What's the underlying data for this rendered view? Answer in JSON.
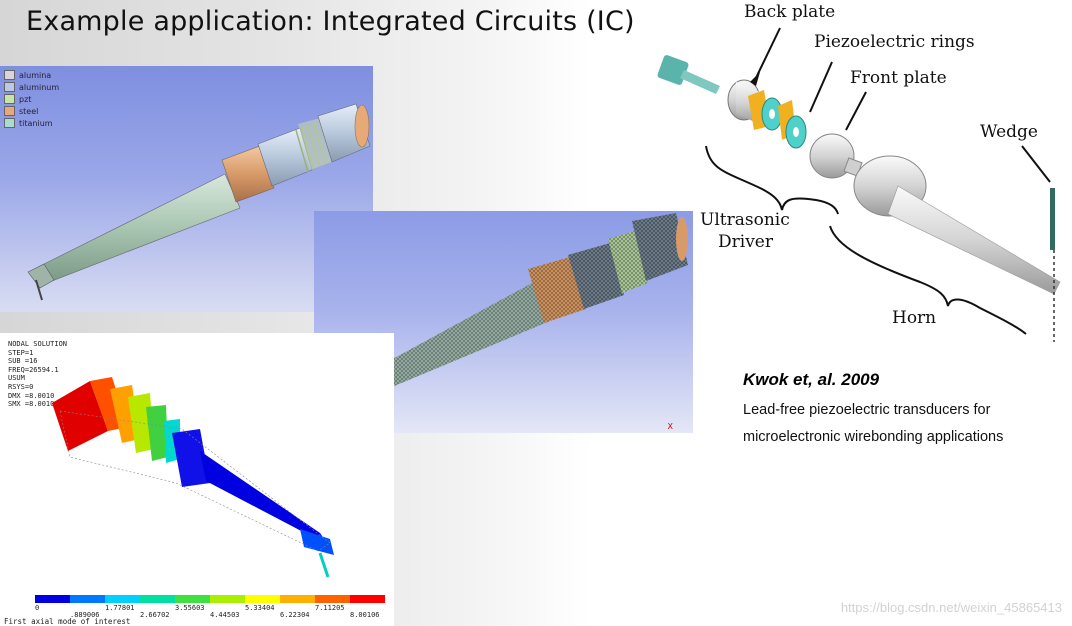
{
  "title": "Example application: Integrated Circuits (IC)",
  "material_legend": [
    {
      "label": "alumina",
      "color": "#d9d3dc"
    },
    {
      "label": "aluminum",
      "color": "#b9cbe4"
    },
    {
      "label": "pzt",
      "color": "#c5e6a6"
    },
    {
      "label": "steel",
      "color": "#e7a978"
    },
    {
      "label": "titanium",
      "color": "#a9dcd0"
    }
  ],
  "nodal_solution": {
    "lines": [
      "NODAL SOLUTION",
      "STEP=1",
      "SUB =16",
      "FREQ=26594.1",
      "USUM",
      "RSYS=0",
      "DMX =8.0010",
      "SMX =8.0010"
    ],
    "colorbar_top_labels": [
      "0",
      "1.77801",
      "3.55603",
      "5.33404",
      "7.11205"
    ],
    "colorbar_bottom_labels": [
      ".889006",
      "2.66702",
      "4.44503",
      "6.22304",
      "8.00106"
    ],
    "colorbar_colors": [
      "#0000e0",
      "#0078ff",
      "#00d0ff",
      "#00e0a0",
      "#40e040",
      "#a8f000",
      "#ffff00",
      "#ffb000",
      "#ff6000",
      "#ff0000"
    ],
    "caption": "First axial mode of interest"
  },
  "mesh_view": {
    "axis_mark": "X"
  },
  "diagram_labels": {
    "back_plate": "Back plate",
    "piezo_rings": "Piezoelectric rings",
    "front_plate": "Front plate",
    "wedge": "Wedge",
    "ultrasonic": "Ultrasonic",
    "driver": "Driver",
    "horn": "Horn"
  },
  "reference": {
    "title": "Kwok et, al. 2009",
    "line1": "Lead-free piezoelectric transducers for",
    "line2": "microelectronic wirebonding applications"
  },
  "watermark": "https://blog.csdn.net/weixin_45865413"
}
